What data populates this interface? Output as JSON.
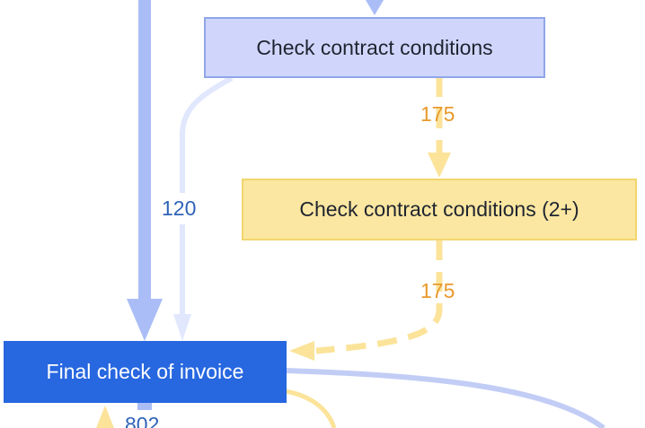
{
  "nodes": {
    "check_contract": {
      "label": "Check contract conditions"
    },
    "check_contract_2": {
      "label": "Check contract conditions (2+)"
    },
    "final_check": {
      "label": "Final check of invoice"
    }
  },
  "edges": {
    "contract_to_contract2": {
      "count": "175"
    },
    "contract2_to_final": {
      "count": "175"
    },
    "contract_to_final": {
      "count": "120"
    },
    "final_outgoing": {
      "count": "802"
    }
  },
  "colors": {
    "edge_blue_strong": "#aabdf6",
    "edge_blue_faint": "#e1e7fd",
    "edge_blue_mid": "#c2cdf6",
    "edge_yellow": "#fbe39a",
    "node_light_blue": "#d0d6fb",
    "node_yellow": "#fbe7a1",
    "node_dark_blue": "#2767e0"
  }
}
